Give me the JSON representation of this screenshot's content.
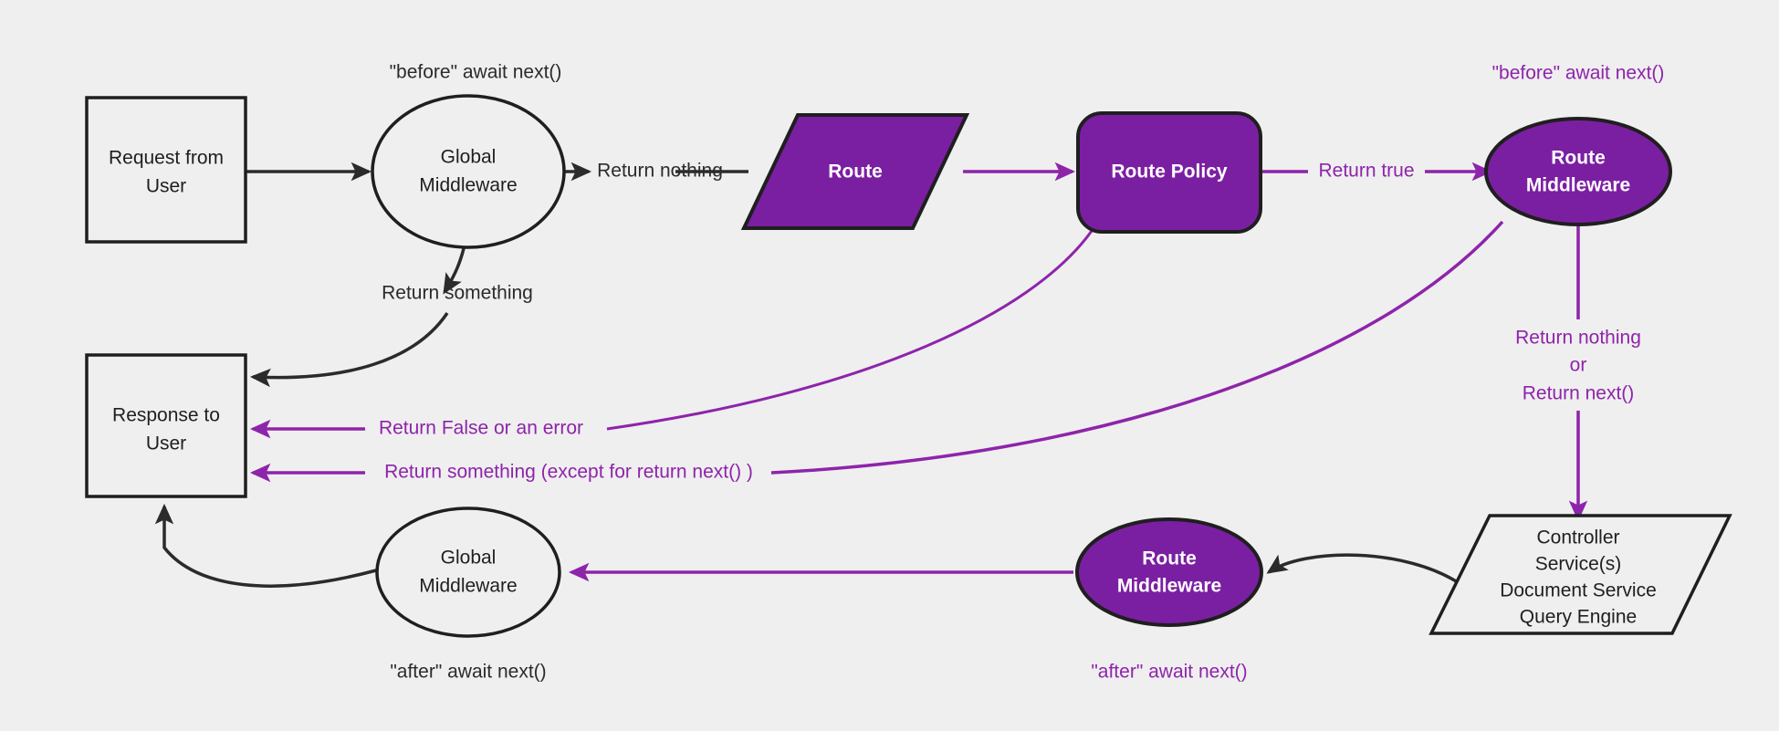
{
  "diagram": {
    "title": "Request lifecycle middleware flow",
    "background_color": "#efefef",
    "accent_color": "#7b1fa2",
    "accent_text_color": "#8e24aa",
    "dark_color": "#1f1f1f"
  },
  "nodes": {
    "request_from_user": {
      "line1": "Request from",
      "line2": "User"
    },
    "global_middleware_top": {
      "line1": "Global",
      "line2": "Middleware"
    },
    "route": {
      "label": "Route"
    },
    "route_policy": {
      "label": "Route Policy"
    },
    "route_middleware_top": {
      "line1": "Route",
      "line2": "Middleware"
    },
    "response_to_user": {
      "line1": "Response to",
      "line2": "User"
    },
    "global_middleware_bottom": {
      "line1": "Global",
      "line2": "Middleware"
    },
    "route_middleware_bottom": {
      "line1": "Route",
      "line2": "Middleware"
    },
    "controller_stack": {
      "line1": "Controller",
      "line2": "Service(s)",
      "line3": "Document Service",
      "line4": "Query Engine"
    }
  },
  "annotations": {
    "before_await_next_global": "\"before\" await next()",
    "before_await_next_route": "\"before\" await next()",
    "after_await_next_global": "\"after\" await next()",
    "after_await_next_route": "\"after\" await next()"
  },
  "edge_labels": {
    "return_nothing_global": "Return nothing",
    "return_something_global": "Return something",
    "return_true": "Return true",
    "return_false_or_error": "Return False or an error",
    "return_something_except_next": "Return something (except for return next() )",
    "return_nothing_or_next_line1": "Return nothing",
    "return_nothing_or_next_line2": "or",
    "return_nothing_or_next_line3": "Return next()"
  }
}
